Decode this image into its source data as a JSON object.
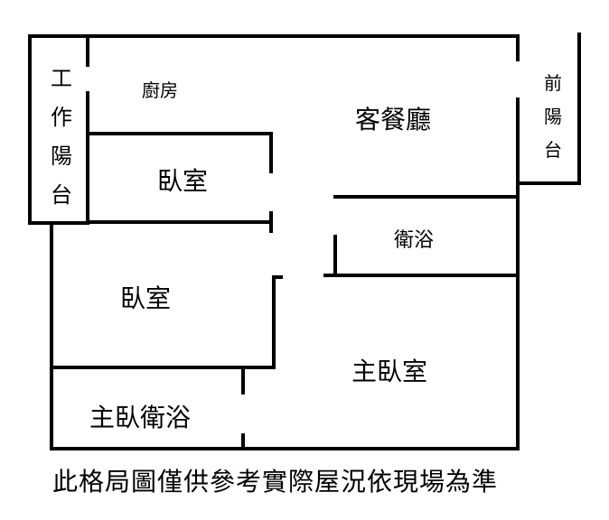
{
  "floorplan": {
    "rooms": {
      "kitchen": "廚房",
      "living_dining": "客餐廳",
      "bedroom_1": "臥室",
      "bedroom_2": "臥室",
      "bathroom": "衛浴",
      "master_bedroom": "主臥室",
      "master_bathroom": "主臥衛浴"
    },
    "work_balcony": [
      "工",
      "作",
      "陽",
      "台"
    ],
    "front_balcony": [
      "前",
      "陽",
      "台"
    ]
  },
  "disclaimer": "此格局圖僅供參考實際屋況依現場為準",
  "colors": {
    "wall": "#000000",
    "background": "#ffffff"
  }
}
